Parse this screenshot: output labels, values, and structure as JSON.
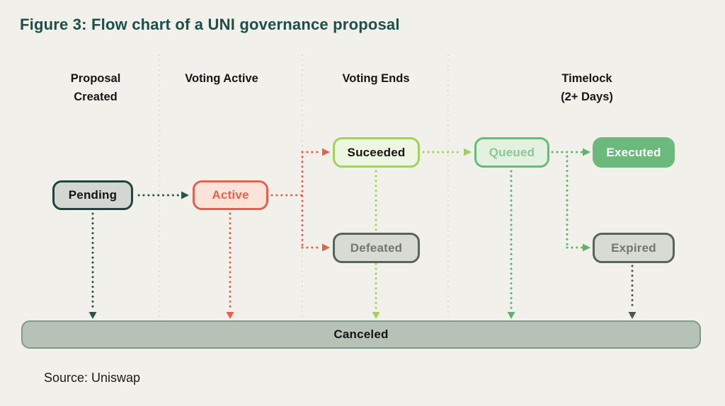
{
  "title": "Figure 3: Flow chart of a UNI governance proposal",
  "source": "Source: Uniswap",
  "columns": [
    {
      "line1": "Proposal",
      "line2": "Created"
    },
    {
      "line1": "Voting Active",
      "line2": ""
    },
    {
      "line1": "Voting Ends",
      "line2": ""
    },
    {
      "line1": "Timelock",
      "line2": "(2+ Days)"
    }
  ],
  "nodes": {
    "pending": {
      "label": "Pending"
    },
    "active": {
      "label": "Active"
    },
    "succeeded": {
      "label": "Suceeded"
    },
    "defeated": {
      "label": "Defeated"
    },
    "queued": {
      "label": "Queued"
    },
    "executed": {
      "label": "Executed"
    },
    "expired": {
      "label": "Expired"
    },
    "canceled": {
      "label": "Canceled"
    }
  },
  "edges": [
    {
      "from": "Pending",
      "to": "Active",
      "style": "dotted",
      "color": "#2a544b"
    },
    {
      "from": "Active",
      "to": "Suceeded",
      "style": "dotted",
      "color": "#e7604c"
    },
    {
      "from": "Active",
      "to": "Defeated",
      "style": "dotted",
      "color": "#e7604c"
    },
    {
      "from": "Suceeded",
      "to": "Queued",
      "style": "dotted",
      "color": "#a2d15e"
    },
    {
      "from": "Queued",
      "to": "Executed",
      "style": "dotted",
      "color": "#5bb56c"
    },
    {
      "from": "Queued",
      "to": "Expired",
      "style": "dotted",
      "color": "#5bb56c"
    },
    {
      "from": "Pending",
      "to": "Canceled",
      "style": "dotted",
      "color": "#2a544b"
    },
    {
      "from": "Active",
      "to": "Canceled",
      "style": "dotted",
      "color": "#e7604c"
    },
    {
      "from": "Suceeded",
      "to": "Canceled",
      "style": "dotted",
      "color": "#a2d15e"
    },
    {
      "from": "Queued",
      "to": "Canceled",
      "style": "dotted",
      "color": "#5bb56c"
    },
    {
      "from": "Expired",
      "to": "Canceled",
      "style": "dotted",
      "color": "#4b564f"
    }
  ],
  "colors": {
    "background": "#f2f0ea",
    "title": "#1d4e4a",
    "divider": "#dbd8cf",
    "arrow_teal": "#2a544b",
    "arrow_red": "#e7604c",
    "arrow_light_green": "#a2d15e",
    "arrow_green": "#5bb56c",
    "arrow_gray": "#4b564f",
    "pending_fill": "#d3d7d2",
    "pending_border": "#21443c",
    "active_fill": "#fce3da",
    "active_border": "#e7604c",
    "succeeded_fill": "#ecf6e1",
    "succeeded_border": "#a2d15e",
    "defeated_fill": "#d7dbd4",
    "defeated_border": "#58635a",
    "queued_fill": "#e3f1e1",
    "queued_border": "#68ba76",
    "executed_fill": "#6cba7b",
    "expired_fill": "#d7dbd4",
    "expired_border": "#58635a",
    "canceled_fill": "#b5c2b5",
    "canceled_border": "#7f9a8b"
  }
}
